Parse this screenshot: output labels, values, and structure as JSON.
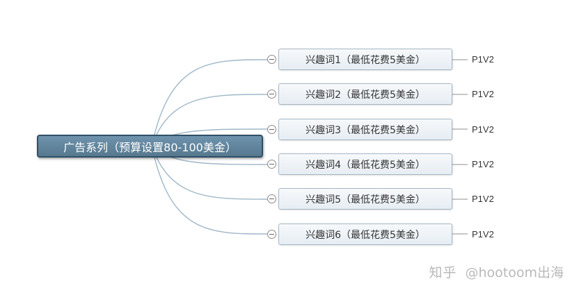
{
  "root_topic": {
    "label": "广告系列（预算设置80-100美金）"
  },
  "subtopics": [
    {
      "label": "兴趣词1（最低花费5美金）",
      "tag": "P1V2"
    },
    {
      "label": "兴趣词2（最低花费5美金）",
      "tag": "P1V2"
    },
    {
      "label": "兴趣词3（最低花费5美金）",
      "tag": "P1V2"
    },
    {
      "label": "兴趣词4（最低花费5美金）",
      "tag": "P1V2"
    },
    {
      "label": "兴趣词5（最低花费5美金）",
      "tag": "P1V2"
    },
    {
      "label": "兴趣词6（最低花费5美金）",
      "tag": "P1V2"
    }
  ],
  "watermark": {
    "brand": "知乎",
    "handle": "@hootoom出海"
  },
  "colors": {
    "root_fill": "#6a8ea8",
    "root_border": "#2f4f66",
    "node_fill": "#eef3f7",
    "node_border": "#a6b6c4",
    "connector": "#9fb7c7",
    "watermark": "#b9b9b9"
  }
}
